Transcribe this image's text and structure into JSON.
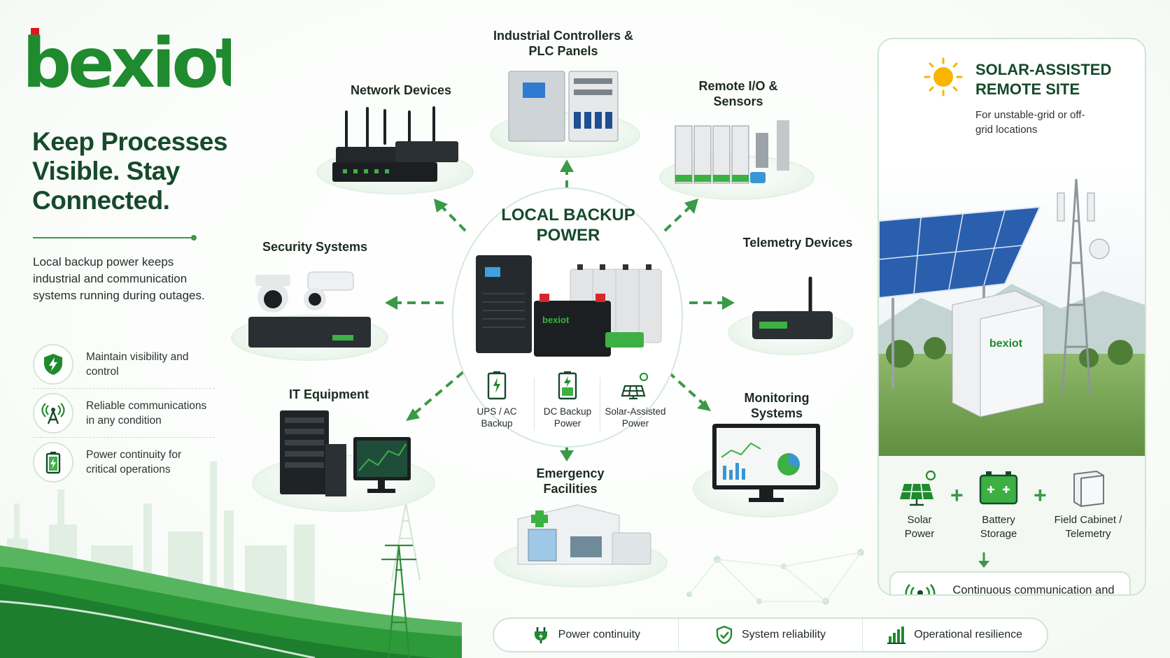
{
  "brand": {
    "logo_text": "bexiot",
    "cabinet_logo": "bexiot",
    "colors": {
      "primary": "#1f8a2e",
      "accent": "#e3141b",
      "dark": "#164a2b",
      "light": "#eef7ef"
    }
  },
  "left": {
    "headline": "Keep Processes Visible. Stay Connected.",
    "intro": "Local backup power keeps industrial and communication systems running during outages.",
    "features": [
      {
        "icon": "shield-bolt-icon",
        "text": "Maintain visibility and control"
      },
      {
        "icon": "antenna-icon",
        "text": "Reliable communications in any condition"
      },
      {
        "icon": "battery-icon",
        "text": "Power continuity for critical operations"
      }
    ]
  },
  "hub": {
    "title": "LOCAL BACKUP POWER",
    "battery_label": "bexiot",
    "options": [
      {
        "icon": "ups-icon",
        "label": "UPS / AC Backup"
      },
      {
        "icon": "dc-battery-icon",
        "label": "DC Backup Power"
      },
      {
        "icon": "solar-panel-icon",
        "label": "Solar-Assisted Power"
      }
    ]
  },
  "nodes": {
    "industrial_controllers": "Industrial Controllers & PLC Panels",
    "network_devices": "Network Devices",
    "remote_io": "Remote I/O & Sensors",
    "security_systems": "Security Systems",
    "telemetry_devices": "Telemetry Devices",
    "it_equipment": "IT Equipment",
    "monitoring_systems": "Monitoring Systems",
    "emergency_facilities": "Emergency Facilities"
  },
  "solar_site": {
    "title": "SOLAR-ASSISTED REMOTE SITE",
    "subtitle": "For unstable-grid or off-grid locations",
    "components": [
      {
        "icon": "solar-panel-icon",
        "label": "Solar Power"
      },
      {
        "icon": "battery-icon",
        "label": "Battery Storage"
      },
      {
        "icon": "field-cabinet-icon",
        "label": "Field Cabinet / Telemetry"
      }
    ],
    "plus": "+",
    "result": "Continuous communication and data visibility"
  },
  "footer": [
    {
      "icon": "plug-icon",
      "label": "Power continuity"
    },
    {
      "icon": "shield-check-icon",
      "label": "System reliability"
    },
    {
      "icon": "bar-chart-icon",
      "label": "Operational resilience"
    }
  ]
}
